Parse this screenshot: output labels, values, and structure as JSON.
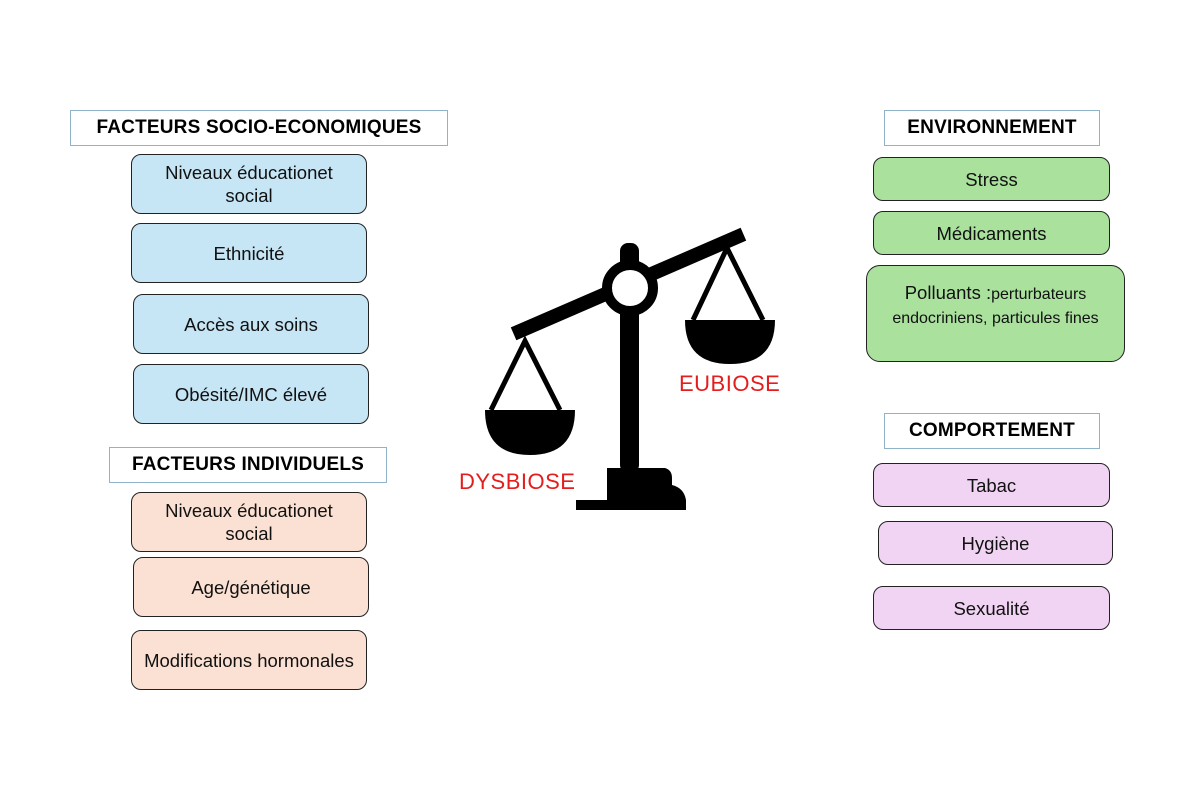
{
  "socio_economic": {
    "title": "FACTEURS SOCIO-ECONOMIQUES",
    "items": [
      "Niveaux éducationet social",
      "Ethnicité",
      "Accès aux soins",
      "Obésité/IMC élevé"
    ]
  },
  "individual": {
    "title": "FACTEURS INDIVIDUELS",
    "items": [
      "Niveaux éducationet social",
      "Age/génétique",
      "Modifications hormonales"
    ]
  },
  "environment": {
    "title": "ENVIRONNEMENT",
    "items": [
      "Stress",
      "Médicaments"
    ],
    "pollutants_lead": "Polluants :",
    "pollutants_rest": "perturbateurs endocriniens, particules fines"
  },
  "behavior": {
    "title": "COMPORTEMENT",
    "items": [
      "Tabac",
      "Hygiène",
      "Sexualité"
    ]
  },
  "scale": {
    "left_label": "DYSBIOSE",
    "right_label": "EUBIOSE",
    "label_color": "#e41d1d"
  },
  "colors": {
    "socio_economic": "#c6e5f5",
    "individual": "#fbe1d3",
    "environment": "#a9e19d",
    "behavior": "#f1d3f3"
  }
}
